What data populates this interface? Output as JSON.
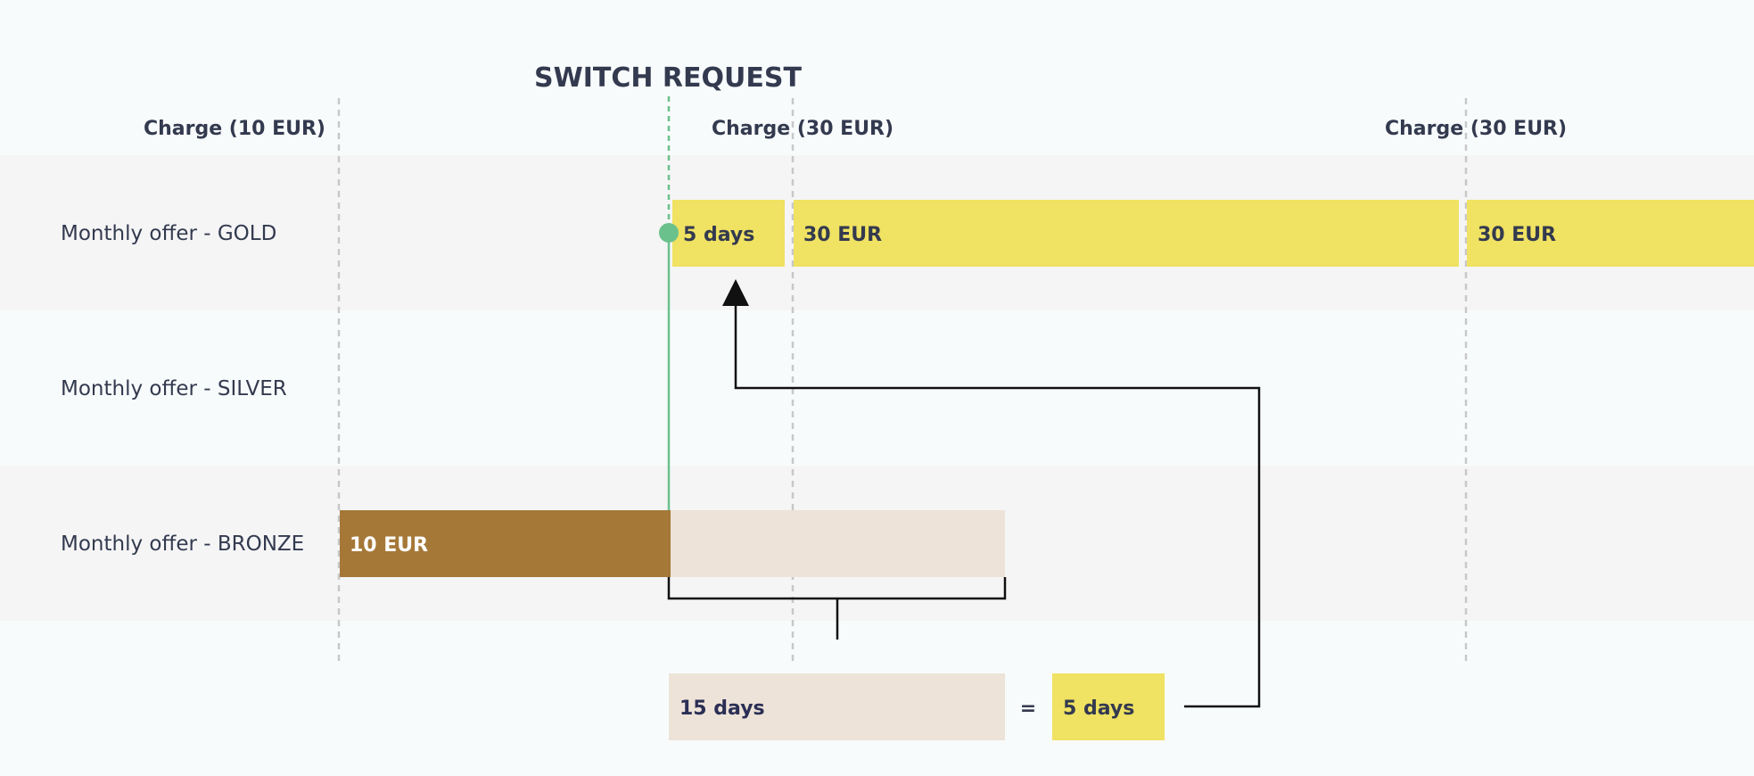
{
  "title": "SWITCH REQUEST",
  "charges": {
    "first": "Charge (10 EUR)",
    "second": "Charge (30 EUR)",
    "third": "Charge (30 EUR)"
  },
  "rows": {
    "gold": "Monthly offer - GOLD",
    "silver": "Monthly offer - SILVER",
    "bronze": "Monthly offer - BRONZE"
  },
  "gold_bars": {
    "prorated": "5 days",
    "period_one": "30 EUR",
    "period_two": "30 EUR"
  },
  "bronze_bar": {
    "used": "10 EUR"
  },
  "calc": {
    "remaining": "15 days",
    "equals": "=",
    "converted": "5 days"
  },
  "colors": {
    "gold": "#f0e262",
    "bronze": "#a57838",
    "bronze_remaining": "#ede3d8",
    "switch_marker": "#6bc18c",
    "row_band": "#f5f5f6",
    "text": "#333a4f"
  }
}
